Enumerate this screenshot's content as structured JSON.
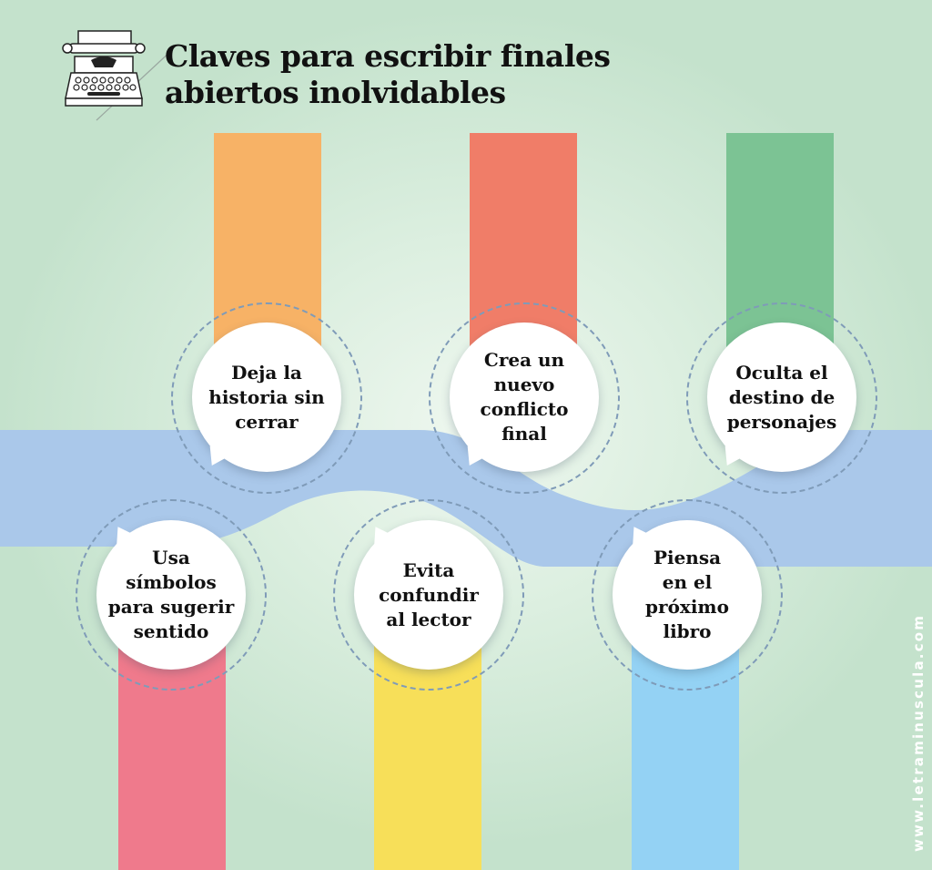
{
  "title": {
    "line1": "Claves para escribir finales",
    "line2": "abiertos inolvidables"
  },
  "logo": {
    "icon": "typewriter-icon"
  },
  "colors": {
    "orange": "#f7b266",
    "coral": "#f07d68",
    "green": "#7cc394",
    "pink": "#ef7a8c",
    "yellow": "#f7df59",
    "sky": "#94d2f4",
    "wave": "#aac8ea"
  },
  "tips": [
    {
      "line1": "Deja la",
      "line2": "historia sin",
      "line3": "cerrar"
    },
    {
      "line1": "Crea un",
      "line2": "nuevo",
      "line3": "conflicto",
      "line4": "final"
    },
    {
      "line1": "Oculta el",
      "line2": "destino de",
      "line3": "personajes"
    },
    {
      "line1": "Usa",
      "line2": "símbolos",
      "line3": "para sugerir",
      "line4": "sentido"
    },
    {
      "line1": "Evita",
      "line2": "confundir",
      "line3": "al lector"
    },
    {
      "line1": "Piensa",
      "line2": "en el próximo",
      "line3": "libro"
    }
  ],
  "watermark": "www.letraminuscula.com"
}
